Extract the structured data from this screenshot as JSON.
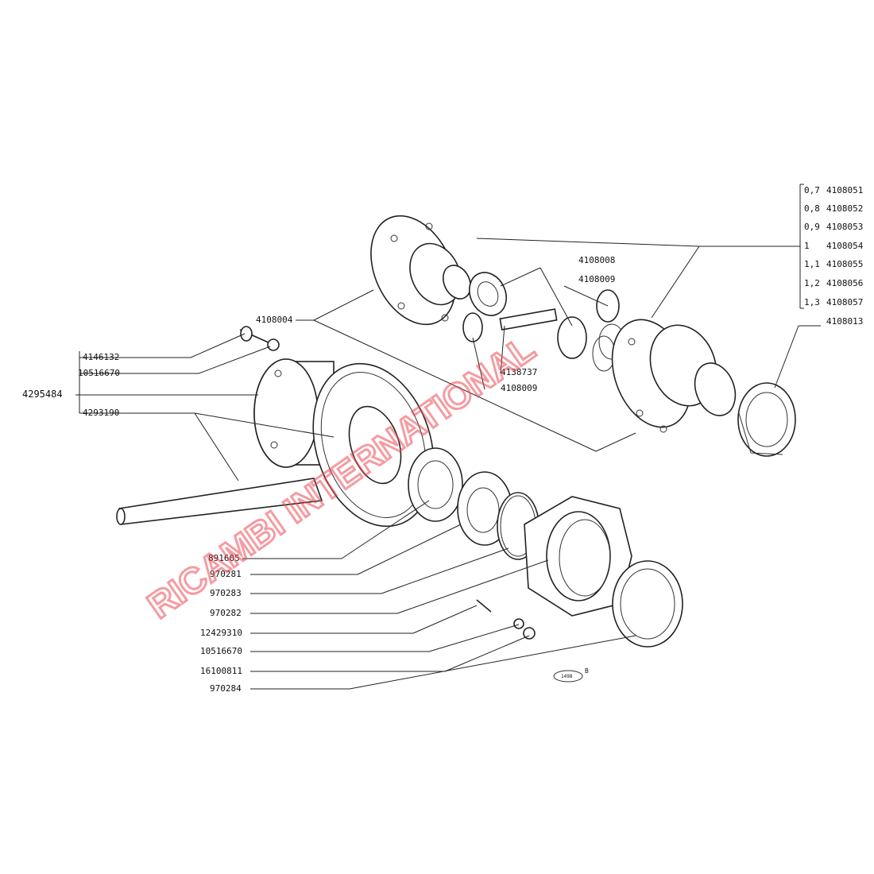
{
  "diagram": {
    "left_labels": [
      "4146132",
      "10516670",
      "4293190",
      "891605",
      "970281",
      "970283",
      "970282",
      "12429310",
      "10516670",
      "16100811",
      "970284"
    ],
    "group_label": "4295484",
    "mid_labels": [
      "4108004",
      "4108008",
      "4108009",
      "4138737",
      "4108009"
    ],
    "right_list": [
      {
        "size": "0,7",
        "code": "4108051"
      },
      {
        "size": "0,8",
        "code": "4108052"
      },
      {
        "size": "0,9",
        "code": "4108053"
      },
      {
        "size": "1",
        "code": "4108054"
      },
      {
        "size": "1,1",
        "code": "4108055"
      },
      {
        "size": "1,2",
        "code": "4108056"
      },
      {
        "size": "1,3",
        "code": "4108057"
      }
    ],
    "right_single": "4108013",
    "plate_number": "1498",
    "plate_suffix": "B"
  },
  "watermark": {
    "text": "RICAMBI INTERNATIONAL",
    "color": "#ee4b55"
  }
}
